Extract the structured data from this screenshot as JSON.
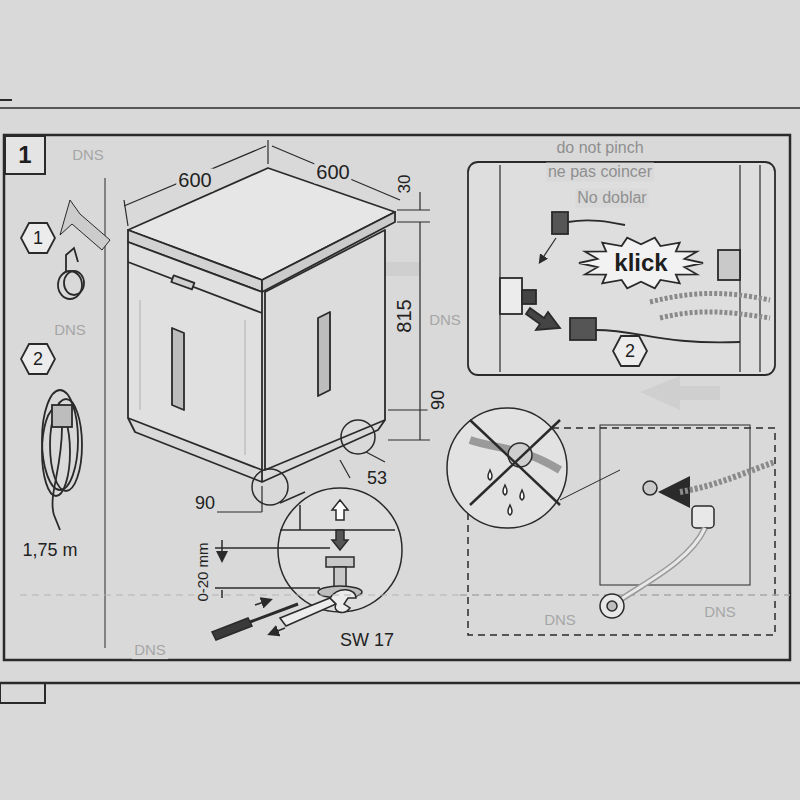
{
  "diagram": {
    "nodes": [
      {
        "text": [
          "1"
        ]
      },
      {
        "text": [
          "1"
        ]
      },
      {
        "text": [
          "2"
        ]
      },
      {
        "text": [
          "klick"
        ]
      },
      {
        "text": [
          "2"
        ]
      }
    ],
    "labels": [
      "600",
      "600",
      "30",
      "815",
      "90",
      "90",
      "53",
      "0-20 mm",
      "SW 17",
      "1,75 m",
      "do not pinch",
      "ne pas coincer",
      "No doblar",
      "DNS",
      "DNS",
      "DNS",
      "DNS",
      "DNS",
      "DNS"
    ]
  }
}
